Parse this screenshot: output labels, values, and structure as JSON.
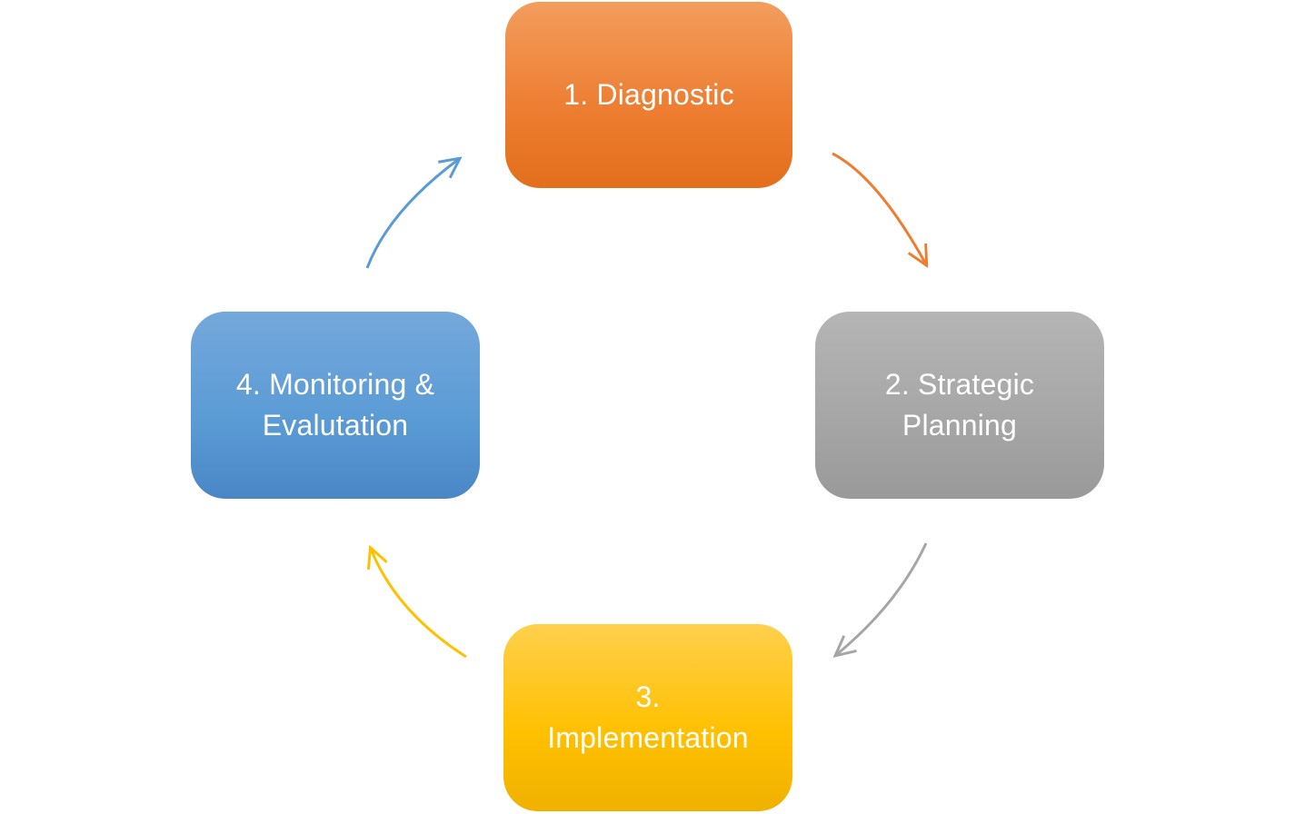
{
  "diagram": {
    "type": "cycle",
    "background_color": "#FFFFFF",
    "text_color": "#FFFFFF",
    "nodes": [
      {
        "step": 1,
        "label": "1. Diagnostic",
        "color": "#ED7D31",
        "position": "top"
      },
      {
        "step": 2,
        "label": "2. Strategic\nPlanning",
        "color": "#A6A6A6",
        "position": "right"
      },
      {
        "step": 3,
        "label": "3.\nImplementation",
        "color": "#FFC000",
        "position": "bottom"
      },
      {
        "step": 4,
        "label": "4. Monitoring &\nEvalutation",
        "color": "#5B9BD5",
        "position": "left"
      }
    ],
    "arrows": [
      {
        "from": "1. Diagnostic",
        "to": "2. Strategic Planning",
        "color": "#ED7D31"
      },
      {
        "from": "2. Strategic Planning",
        "to": "3. Implementation",
        "color": "#A6A6A6"
      },
      {
        "from": "3. Implementation",
        "to": "4. Monitoring & Evalutation",
        "color": "#FFC000"
      },
      {
        "from": "4. Monitoring & Evalutation",
        "to": "1. Diagnostic",
        "color": "#5B9BD5"
      }
    ]
  }
}
